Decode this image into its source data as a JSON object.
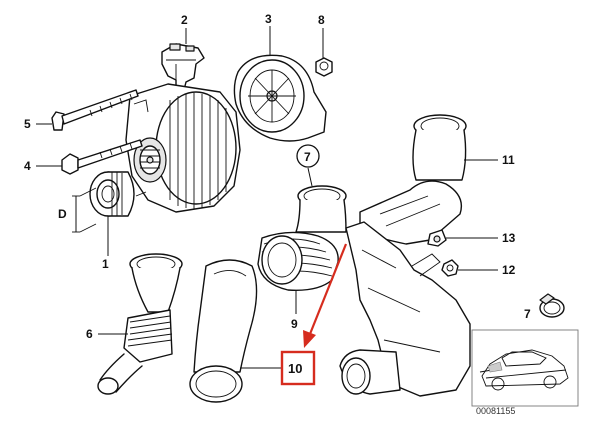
{
  "diagram": {
    "callouts": {
      "c1": "1",
      "c2": "2",
      "c3": "3",
      "c4": "4",
      "c5": "5",
      "c6": "6",
      "c7_circle": "7",
      "c7": "7",
      "c8": "8",
      "c9": "9",
      "c10": "10",
      "c11": "11",
      "c12": "12",
      "c13": "13",
      "dim": "D"
    },
    "highlight_color": "#d62c1e",
    "part_code": "00081155"
  }
}
